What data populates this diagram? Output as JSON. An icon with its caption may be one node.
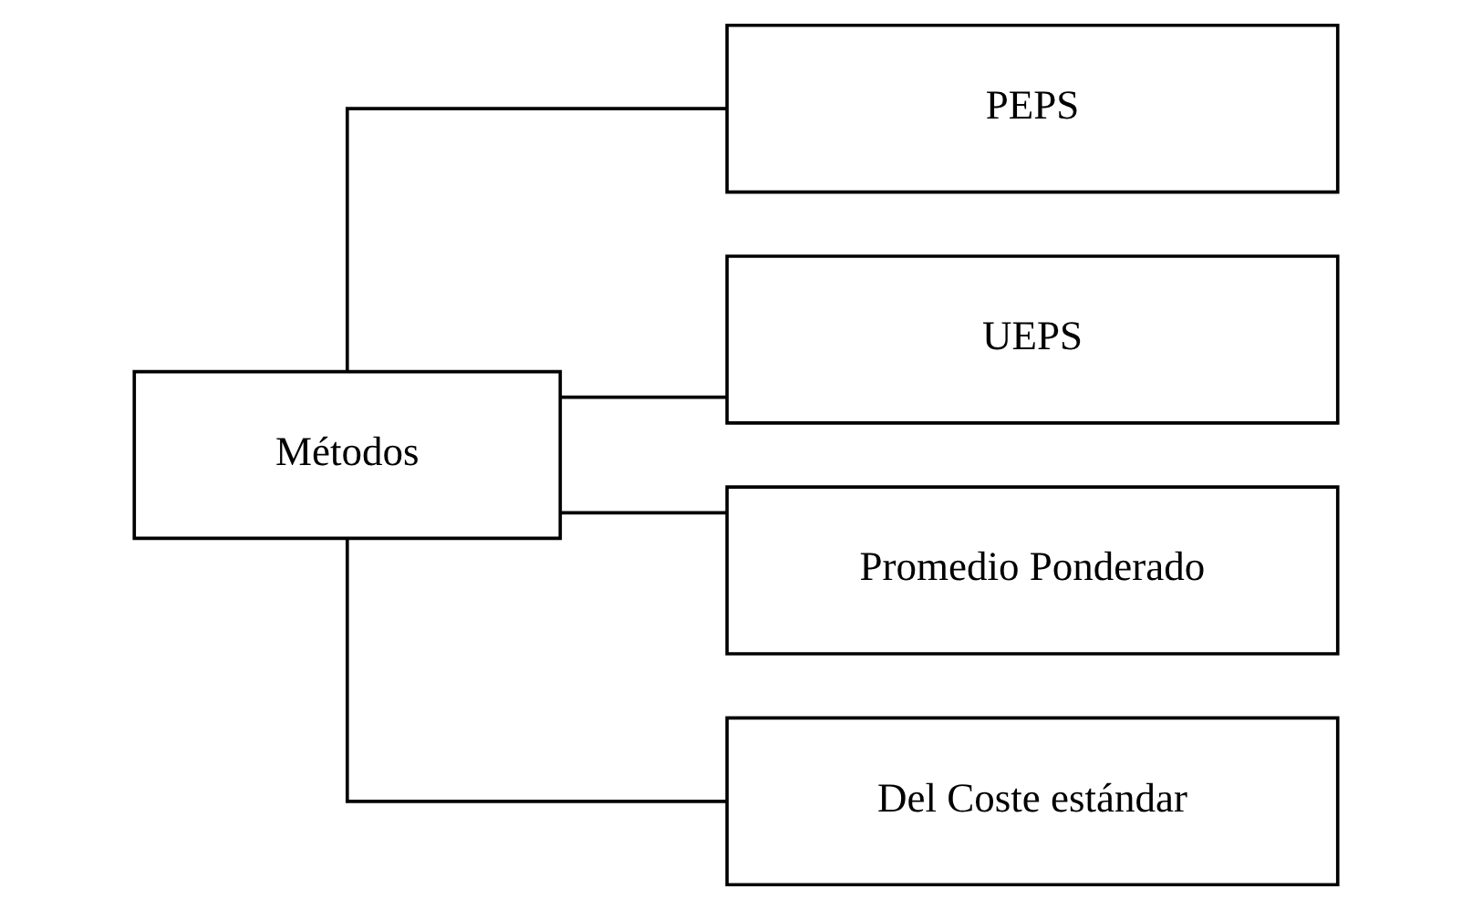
{
  "diagram": {
    "nodes": [
      {
        "text": [
          "Métodos"
        ]
      },
      {
        "text": [
          "PEPS"
        ]
      },
      {
        "text": [
          "UEPS"
        ]
      },
      {
        "text": [
          "Promedio Ponderado"
        ]
      },
      {
        "text": [
          "Del Coste estándar"
        ]
      }
    ],
    "edges": [
      {
        "from": 0,
        "to": 1,
        "arrow": "none"
      },
      {
        "from": 0,
        "to": 2,
        "arrow": "none"
      },
      {
        "from": 0,
        "to": 3,
        "arrow": "none"
      },
      {
        "from": 0,
        "to": 4,
        "arrow": "none"
      }
    ]
  }
}
